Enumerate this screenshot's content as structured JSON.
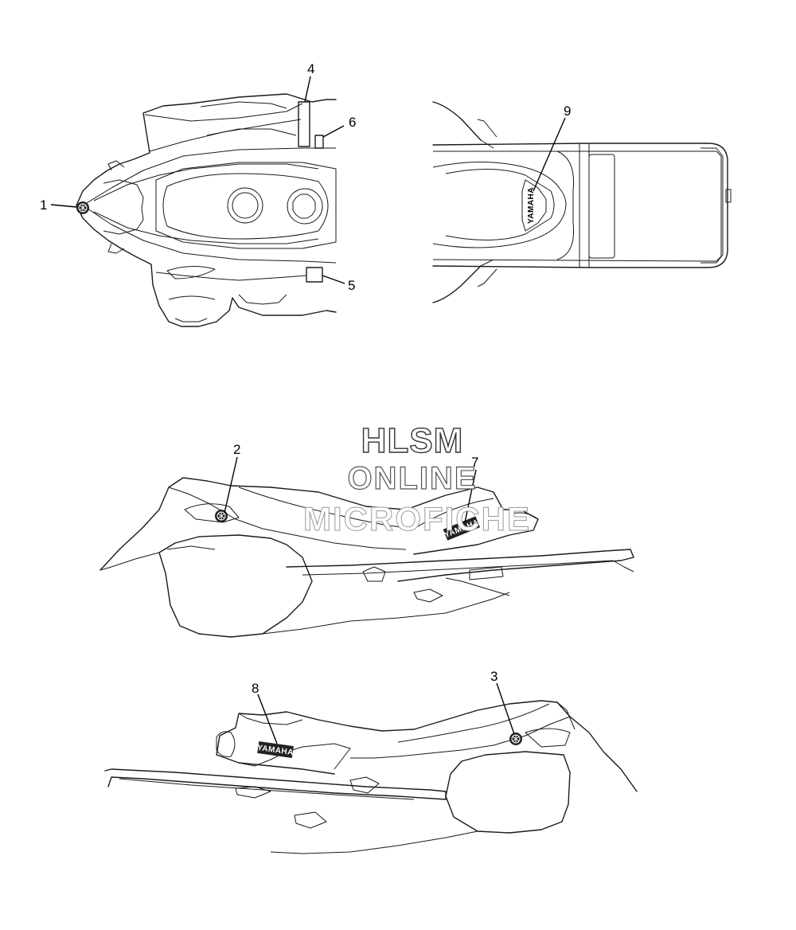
{
  "callouts": [
    {
      "id": "1",
      "label": "1"
    },
    {
      "id": "2",
      "label": "2"
    },
    {
      "id": "3",
      "label": "3"
    },
    {
      "id": "4",
      "label": "4"
    },
    {
      "id": "5",
      "label": "5"
    },
    {
      "id": "6",
      "label": "6"
    },
    {
      "id": "7",
      "label": "7"
    },
    {
      "id": "8",
      "label": "8"
    },
    {
      "id": "9",
      "label": "9"
    }
  ],
  "decal_text": {
    "yamaha": "YAMAHA"
  },
  "watermark": {
    "line1": "HLSM",
    "line2": "ONLINE",
    "line3": "MICROFICHE"
  },
  "colors": {
    "line": "#1a1a1a",
    "background": "#ffffff",
    "decal_fill": "#222222"
  },
  "icons": [
    "yamaha-tuning-fork-emblem-icon"
  ]
}
